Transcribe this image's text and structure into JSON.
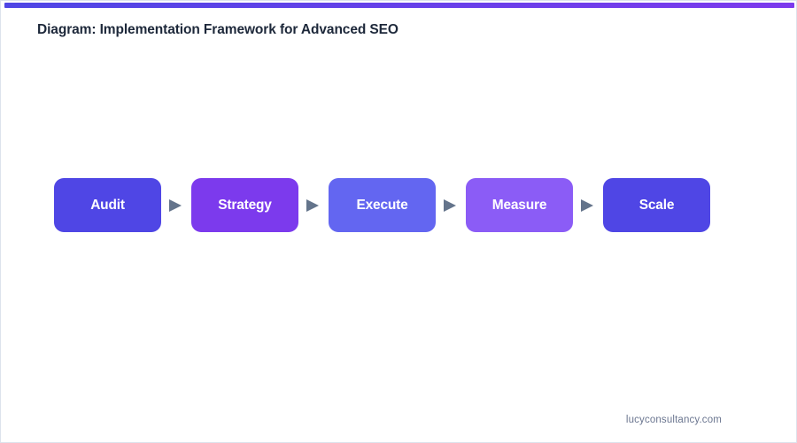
{
  "document": {
    "title": "Diagram: Implementation Framework for Advanced SEO",
    "footer_domain": "lucyconsultancy.com",
    "background_color": "#ffffff",
    "border_color": "#dde3ec",
    "title_color": "#1d283a",
    "footer_color": "#6b7690"
  },
  "accent_bar": {
    "gradient_from": "#4f46e5",
    "gradient_to": "#7c3aed"
  },
  "diagram": {
    "type": "horizontal-process-flow",
    "arrow_color": "#64748b",
    "node_label_color": "#ffffff",
    "nodes": [
      {
        "label": "Audit",
        "color": "#4f46e5"
      },
      {
        "label": "Strategy",
        "color": "#7c3aed"
      },
      {
        "label": "Execute",
        "color": "#6366f1"
      },
      {
        "label": "Measure",
        "color": "#8b5cf6"
      },
      {
        "label": "Scale",
        "color": "#4f46e5"
      }
    ],
    "arrows": [
      {
        "from": "Audit",
        "to": "Strategy"
      },
      {
        "from": "Strategy",
        "to": "Execute"
      },
      {
        "from": "Execute",
        "to": "Measure"
      },
      {
        "from": "Measure",
        "to": "Scale"
      }
    ]
  }
}
